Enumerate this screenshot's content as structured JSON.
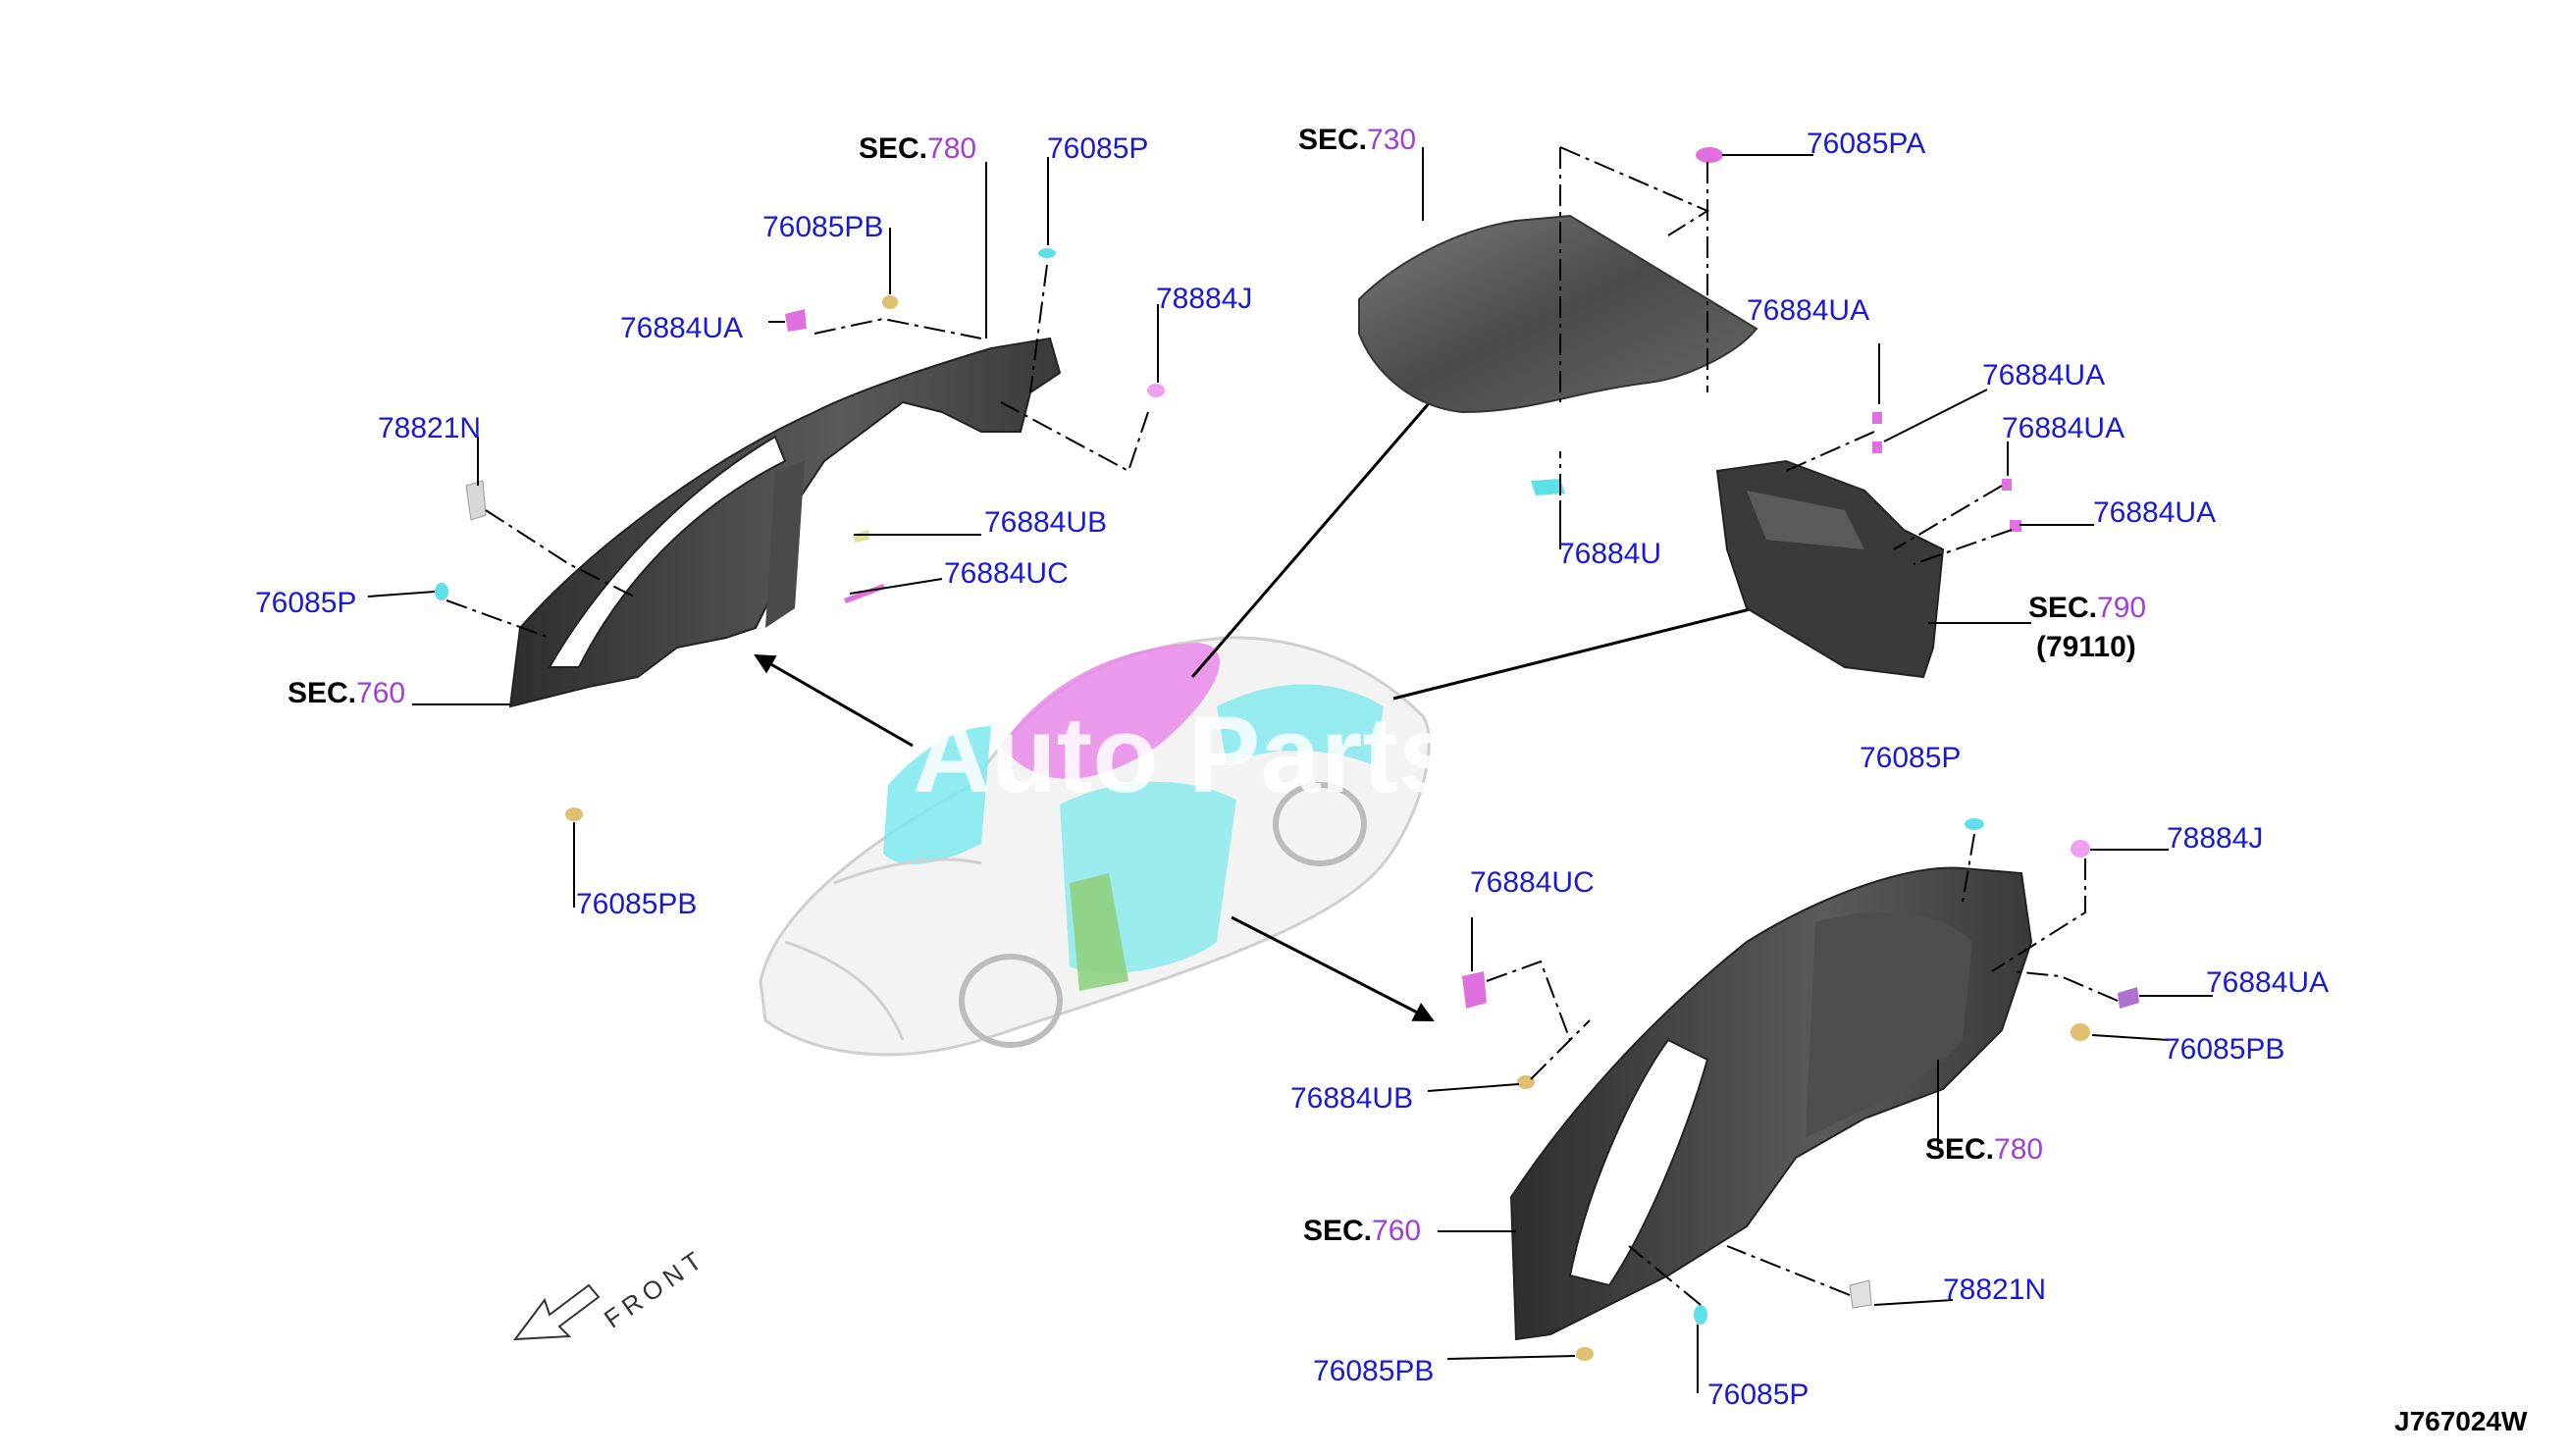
{
  "diagram_code": "J767024W",
  "front_label": "FRONT",
  "watermark": "Auto Parts",
  "sections": {
    "s780_left": {
      "k": "SEC.",
      "n": "780"
    },
    "s760_left": {
      "k": "SEC.",
      "n": "760"
    },
    "s730": {
      "k": "SEC.",
      "n": "730"
    },
    "s790": {
      "k": "SEC.",
      "n": "790"
    },
    "s790_sub": "(79110)",
    "s780_right": {
      "k": "SEC.",
      "n": "780"
    },
    "s760_right": {
      "k": "SEC.",
      "n": "760"
    }
  },
  "labels": {
    "l_76085P_top": "76085P",
    "l_76085PB_top": "76085PB",
    "l_76884UA_left": "76884UA",
    "l_78884J_left": "78884J",
    "l_78821N_left": "78821N",
    "l_76884UB_left": "76884UB",
    "l_76884UC_left": "76884UC",
    "l_76085P_left": "76085P",
    "l_76085PB_left": "76085PB",
    "l_76085PA": "76085PA",
    "l_76884UA_r1": "76884UA",
    "l_76884UA_r2": "76884UA",
    "l_76884UA_r3": "76884UA",
    "l_76884UA_r4": "76884UA",
    "l_76884U": "76884U",
    "l_7608x_partial": "76085P",
    "l_78884J_right": "78884J",
    "l_76884UC_right": "76884UC",
    "l_76884UA_right": "76884UA",
    "l_76085PB_right": "76085PB",
    "l_76884UB_right": "76884UB",
    "l_78821N_right": "78821N",
    "l_76085PB_bottom": "76085PB",
    "l_76085P_bottom": "76085P"
  },
  "colors": {
    "label": "#1a1ad6",
    "section_number": "#a040d8",
    "panel": "#3a3a3a",
    "highlight_cyan": "#5fe0e8",
    "highlight_pink": "#e070e0",
    "highlight_green": "#7acc70"
  }
}
